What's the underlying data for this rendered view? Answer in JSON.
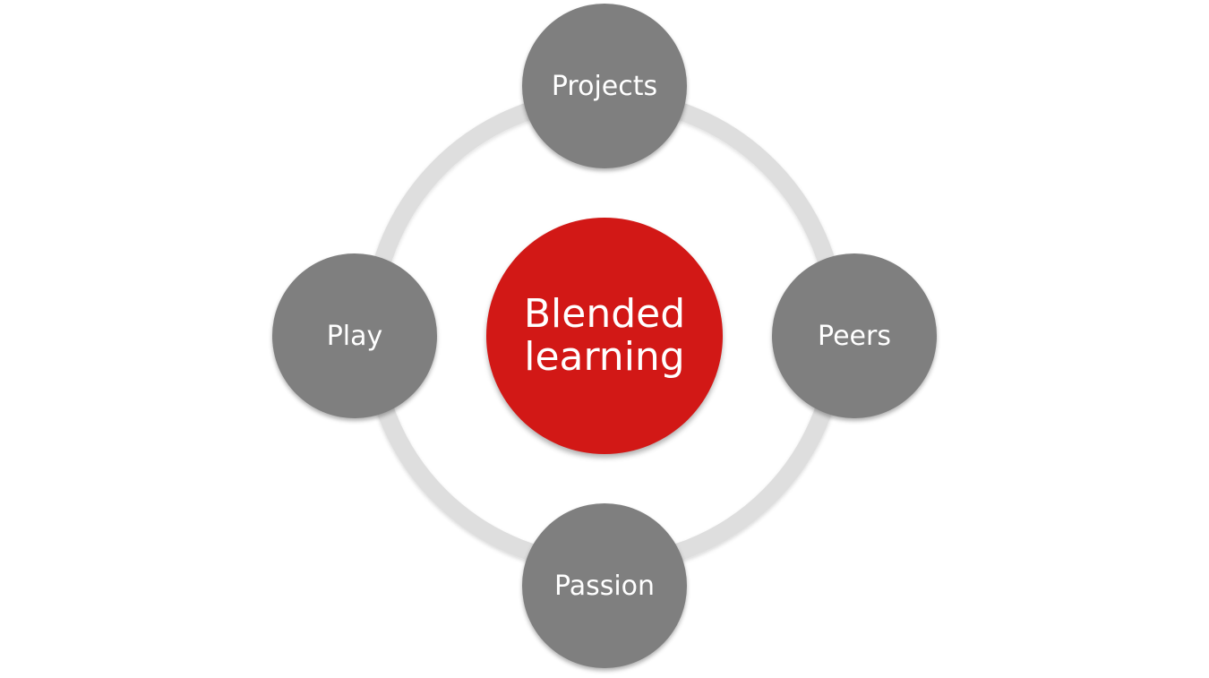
{
  "diagram": {
    "center": {
      "line1": "Blended",
      "line2": "learning",
      "color": "#d21816"
    },
    "nodes": [
      {
        "position": "top",
        "label": "Projects"
      },
      {
        "position": "right",
        "label": "Peers"
      },
      {
        "position": "bottom",
        "label": "Passion"
      },
      {
        "position": "left",
        "label": "Play"
      }
    ],
    "node_color": "#7f7f7f",
    "ring_color": "#dedede"
  }
}
